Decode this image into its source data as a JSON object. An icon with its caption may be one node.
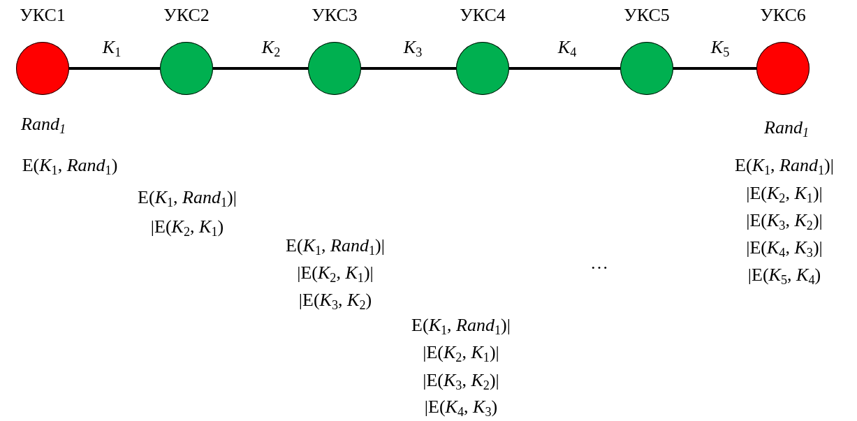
{
  "diagram": {
    "nodes": [
      {
        "text": [
          "УКС1"
        ],
        "beside": [
          "*Rand*$_{1}$"
        ]
      },
      {
        "text": [
          "УКС2"
        ]
      },
      {
        "text": [
          "УКС3"
        ]
      },
      {
        "text": [
          "УКС4"
        ]
      },
      {
        "text": [
          "УКС5"
        ]
      },
      {
        "text": [
          "УКС6"
        ],
        "beside": [
          "*Rand*$_{1}$"
        ]
      }
    ],
    "edges": [
      {
        "from": 0,
        "to": 1,
        "arrow": "none",
        "label": "*K*$_{1}$"
      },
      {
        "from": 1,
        "to": 2,
        "arrow": "none",
        "label": "*K*$_{2}$"
      },
      {
        "from": 2,
        "to": 3,
        "arrow": "none",
        "label": "*K*$_{3}$"
      },
      {
        "from": 3,
        "to": 4,
        "arrow": "none",
        "label": "*K*$_{4}$"
      },
      {
        "from": 4,
        "to": 5,
        "arrow": "none",
        "label": "*K*$_{5}$"
      }
    ],
    "labels": [
      "E(*K*$_{1}$, *Rand*$_{1}$)",
      "E(*K*$_{1}$, *Rand*$_{1}$)|",
      "E(*K*$_{1}$, *Rand*$_{1}$)|",
      "|E(*K*$_{2}$, *K*$_{1}$)",
      "|E(*K*$_{2}$, *K*$_{1}$)|",
      "E(*K*$_{1}$, *Rand*$_{1}$)|",
      "|E(*K*$_{3}$, *K*$_{2}$)|",
      "|E(*K*$_{2}$, *K*$_{1}$)|",
      "|E(*K*$_{4}$, *K*$_{3}$)|",
      "|E(*K*$_{3}$, *K*$_{2}$)",
      "|E(*K*$_{5}$, *K*$_{4}$)",
      "…",
      "E(*K*$_{1}$, *Rand*$_{1}$)|",
      "|E(*K*$_{2}$, *K*$_{1}$)|",
      "|E(*K*$_{3}$, *K*$_{2}$)|",
      "|E(*K*$_{4}$, *K*$_{3}$)"
    ]
  }
}
